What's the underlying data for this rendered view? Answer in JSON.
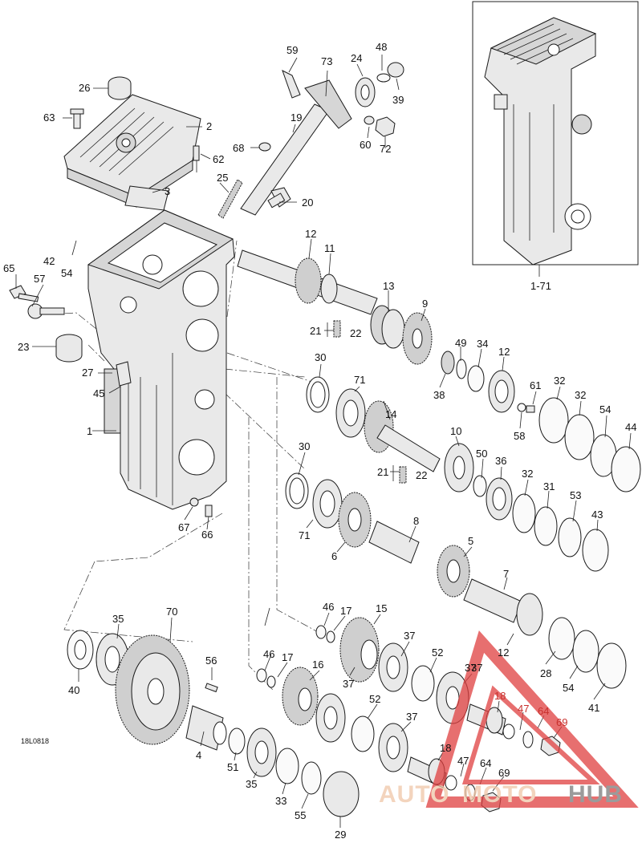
{
  "drawing_ref": "18L0818",
  "watermark": {
    "part1": "AUTO",
    "part2": "MOTO",
    "part3": "HUB",
    "color_main": "#f0c6a8",
    "color_hub": "#7a7a7a",
    "color_triangle": "#e04040"
  },
  "labels": {
    "l1": "1",
    "l2": "2",
    "l3": "3",
    "l4": "4",
    "l5": "5",
    "l6": "6",
    "l7": "7",
    "l8": "8",
    "l9": "9",
    "l10": "10",
    "l11": "11",
    "l12a": "12",
    "l12b": "12",
    "l12c": "12",
    "l13": "13",
    "l14": "14",
    "l15": "15",
    "l16": "16",
    "l17a": "17",
    "l17b": "17",
    "l18a": "18",
    "l18b": "18",
    "l19": "19",
    "l20": "20",
    "l21a": "21",
    "l21b": "21",
    "l22a": "22",
    "l22b": "22",
    "l23": "23",
    "l24": "24",
    "l25": "25",
    "l26": "26",
    "l27": "27",
    "l28": "28",
    "l29": "29",
    "l30a": "30",
    "l30b": "30",
    "l31": "31",
    "l32a": "32",
    "l32b": "32",
    "l32c": "32",
    "l33": "33",
    "l34": "34",
    "l35a": "35",
    "l35b": "35",
    "l36": "36",
    "l37a": "37",
    "l37b": "37",
    "l37c": "37",
    "l37d": "37",
    "l37e": "37",
    "l38": "38",
    "l39": "39",
    "l40": "40",
    "l41": "41",
    "l42": "42",
    "l43": "43",
    "l44": "44",
    "l45": "45",
    "l46a": "46",
    "l46b": "46",
    "l47a": "47",
    "l47b": "47",
    "l48": "48",
    "l49": "49",
    "l50": "50",
    "l51": "51",
    "l52a": "52",
    "l52b": "52",
    "l53": "53",
    "l54a": "54",
    "l54b": "54",
    "l54c": "54",
    "l55": "55",
    "l56": "56",
    "l57": "57",
    "l58": "58",
    "l59": "59",
    "l60": "60",
    "l61": "61",
    "l62": "62",
    "l63": "63",
    "l64a": "64",
    "l64b": "64",
    "l65": "65",
    "l66": "66",
    "l67": "67",
    "l68": "68",
    "l69a": "69",
    "l69b": "69",
    "l70": "70",
    "l71a": "71",
    "l71b": "71",
    "l72": "72",
    "l73": "73",
    "lassy": "1-71"
  }
}
